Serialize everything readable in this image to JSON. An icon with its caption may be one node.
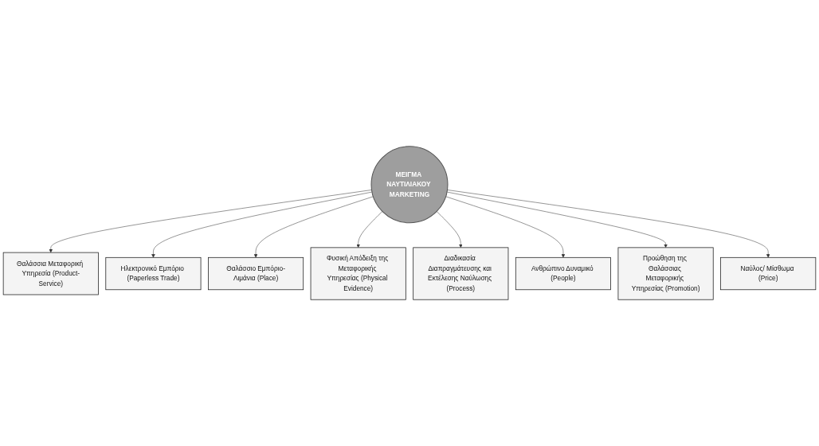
{
  "diagram": {
    "nodes": [
      {
        "text": [
          "ΜΕΙΓΜΑ ΝΑΥΤΙΛΙΑΚΟΥ MARKETING"
        ]
      },
      {
        "text": [
          "Θαλάσσια Μεταφορική Υπηρεσία (Product-Service)"
        ]
      },
      {
        "text": [
          "Ηλεκτρονικό Εμπόριο (Paperless Trade)"
        ]
      },
      {
        "text": [
          "Θαλάσσιο Εμπόριο-Λιμάνια (Place)"
        ]
      },
      {
        "text": [
          "Φυσική Απόδειξη της Μεταφορικής Υπηρεσίας (Physical Evidence)"
        ]
      },
      {
        "text": [
          "Διαδικασία Διαπραγμάτευσης και Εκτέλεσης Ναύλωσης (Process)"
        ]
      },
      {
        "text": [
          "Ανθρώπινο Δυναμικό (People)"
        ]
      },
      {
        "text": [
          "Προώθηση της Θαλάσσιας Μεταφορικής Υπηρεσίας (Promotion)"
        ]
      },
      {
        "text": [
          "Ναύλος/ Μίσθωμα (Price)"
        ]
      }
    ],
    "edges": [
      {
        "from": 0,
        "to": 1,
        "arrow": "to"
      },
      {
        "from": 0,
        "to": 2,
        "arrow": "to"
      },
      {
        "from": 0,
        "to": 3,
        "arrow": "to"
      },
      {
        "from": 0,
        "to": 4,
        "arrow": "to"
      },
      {
        "from": 0,
        "to": 5,
        "arrow": "to"
      },
      {
        "from": 0,
        "to": 6,
        "arrow": "to"
      },
      {
        "from": 0,
        "to": 7,
        "arrow": "to"
      },
      {
        "from": 0,
        "to": 8,
        "arrow": "to"
      }
    ]
  }
}
